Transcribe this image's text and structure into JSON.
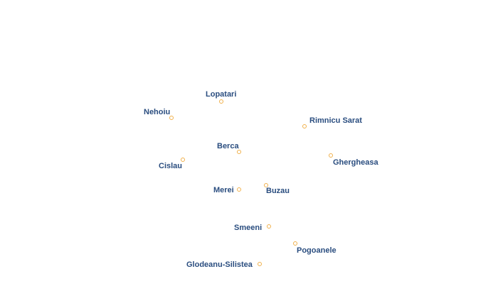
{
  "map": {
    "marker_color": "#f0b04a",
    "label_color": "#2a4d7f",
    "places": [
      {
        "id": "lopatari",
        "name": "Lopatari"
      },
      {
        "id": "nehoiu",
        "name": "Nehoiu"
      },
      {
        "id": "rimnicu-sarat",
        "name": "Rimnicu Sarat"
      },
      {
        "id": "berca",
        "name": "Berca"
      },
      {
        "id": "ghergheasa",
        "name": "Ghergheasa"
      },
      {
        "id": "cislau",
        "name": "Cislau"
      },
      {
        "id": "merei",
        "name": "Merei"
      },
      {
        "id": "buzau",
        "name": "Buzau"
      },
      {
        "id": "smeeni",
        "name": "Smeeni"
      },
      {
        "id": "pogoanele",
        "name": "Pogoanele"
      },
      {
        "id": "glodeanu-silistea",
        "name": "Glodeanu-Silistea"
      }
    ]
  }
}
